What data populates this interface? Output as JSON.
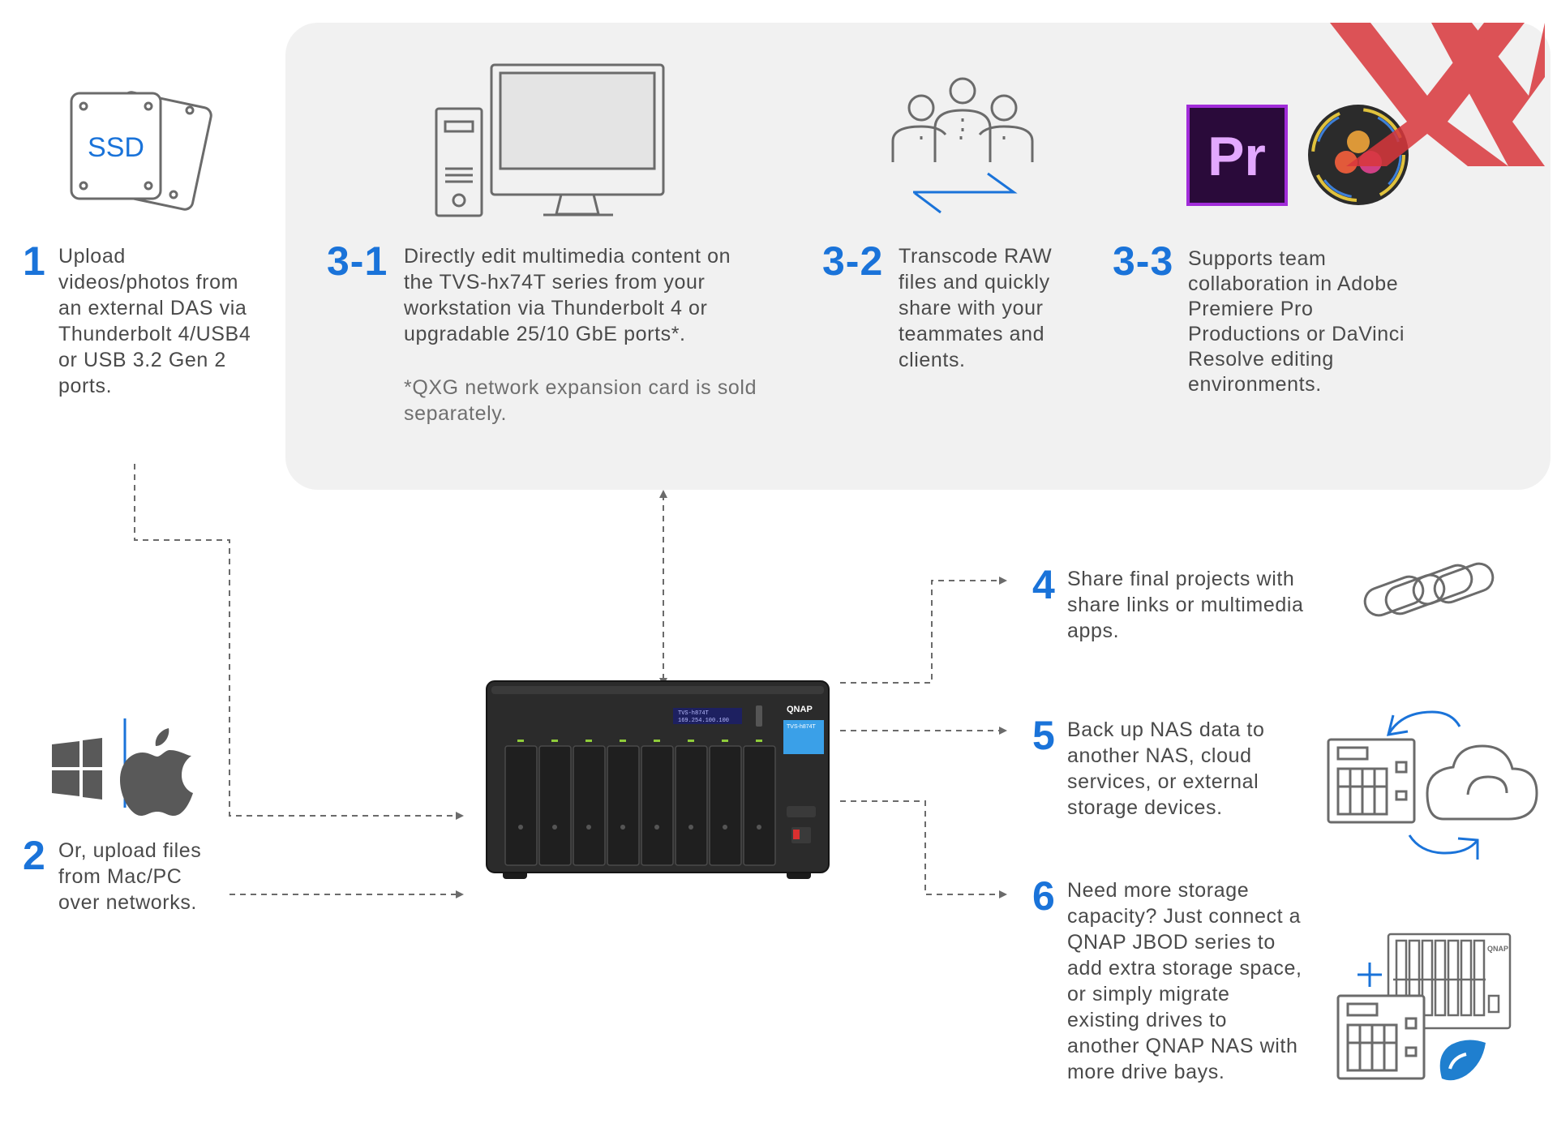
{
  "steps": {
    "s1": {
      "number": "1",
      "lines": [
        "Upload",
        "videos/photos from",
        "an external DAS via",
        "Thunderbolt 4/USB4",
        "or USB 3.2 Gen 2",
        "ports."
      ]
    },
    "s2": {
      "number": "2",
      "lines": [
        "Or, upload files",
        "from Mac/PC",
        "over networks."
      ]
    },
    "s31": {
      "number": "3-1",
      "lines": [
        "Directly edit multimedia content on",
        "the TVS-hx74T series from your",
        "workstation via Thunderbolt 4 or",
        "upgradable 25/10 GbE ports*."
      ],
      "note_lines": [
        "*QXG network expansion card is sold",
        "separately."
      ]
    },
    "s32": {
      "number": "3-2",
      "lines": [
        "Transcode RAW",
        "files and quickly",
        "share with your",
        "teammates and",
        "clients."
      ]
    },
    "s33": {
      "number": "3-3",
      "lines": [
        "Supports team",
        "collaboration in Adobe",
        "Premiere Pro",
        "Productions or DaVinci",
        "Resolve editing",
        "environments."
      ]
    },
    "s4": {
      "number": "4",
      "lines": [
        "Share final projects with",
        "share links or multimedia",
        "apps."
      ]
    },
    "s5": {
      "number": "5",
      "lines": [
        "Back up NAS data to",
        "another NAS, cloud",
        "services, or external",
        "storage devices."
      ]
    },
    "s6": {
      "number": "6",
      "lines": [
        "Need more storage",
        "capacity? Just connect a",
        "QNAP JBOD series to",
        "add extra storage space,",
        "or simply migrate",
        "existing drives to",
        "another QNAP NAS with",
        "more drive bays."
      ]
    }
  },
  "icons": {
    "ssd_label": "SSD",
    "premiere_label": "Pr",
    "nas_brand": "QNAP",
    "nas_model": "TVS-h874T",
    "nas_lcd_line1": "TVS-h874T",
    "nas_lcd_line2": "169.254.100.100",
    "jbod_brand": "QNAP"
  },
  "colors": {
    "accent": "#1a73d9",
    "panel": "#f1f1f1",
    "text": "#4a4a4a",
    "line": "#6b6b6b",
    "watermark": "#d9373c",
    "premiere_bg": "#2a0a3a",
    "premiere_fg": "#e3a8ff"
  }
}
